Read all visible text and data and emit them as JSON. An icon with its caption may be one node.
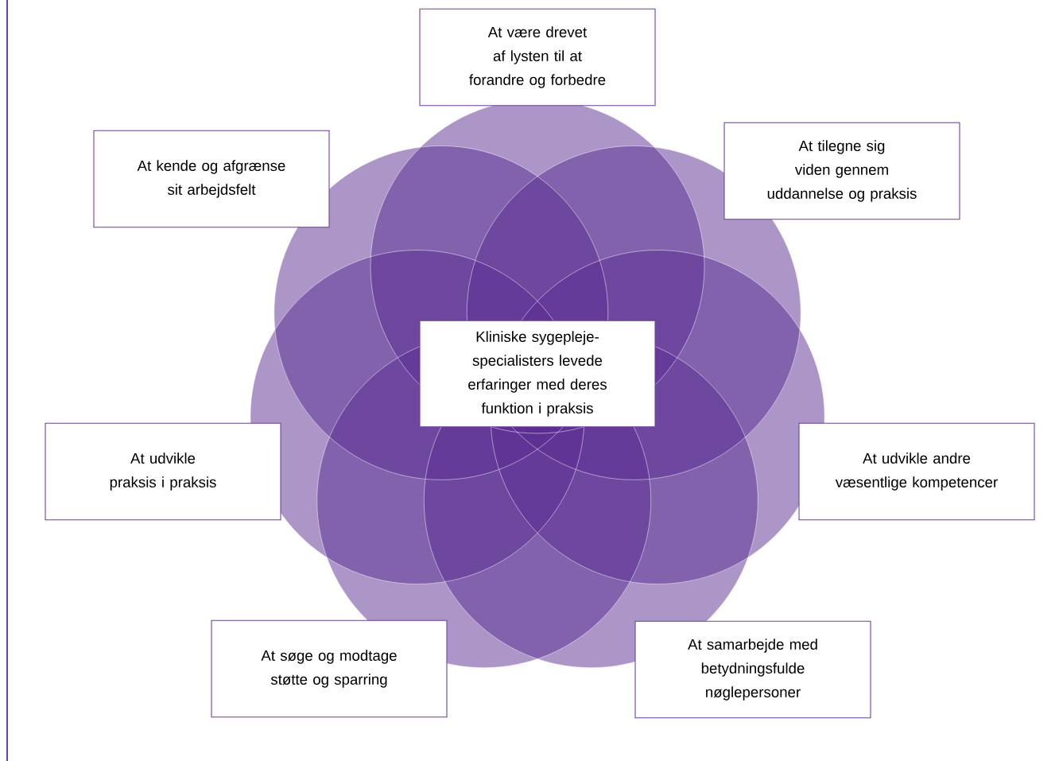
{
  "diagram": {
    "nodes": [
      {
        "text": [
          "At være drevet af lysten til at forandre og forbedre"
        ]
      },
      {
        "text": [
          "At kende og afgrænse sit arbejdsfelt"
        ]
      },
      {
        "text": [
          "At tilegne sig viden gennem uddannelse og praksis"
        ]
      },
      {
        "text": [
          "Kliniske sygepleje-specialisters levede erfaringer med deres funktion i praksis"
        ]
      },
      {
        "text": [
          "At udvikle praksis i praksis"
        ]
      },
      {
        "text": [
          "At udvikle andre væsentlige kompetencer"
        ]
      },
      {
        "text": [
          "At søge og modtage støtte og sparring"
        ]
      },
      {
        "text": [
          "At samarbejde med betydningsfulde nøglepersoner"
        ]
      }
    ]
  }
}
